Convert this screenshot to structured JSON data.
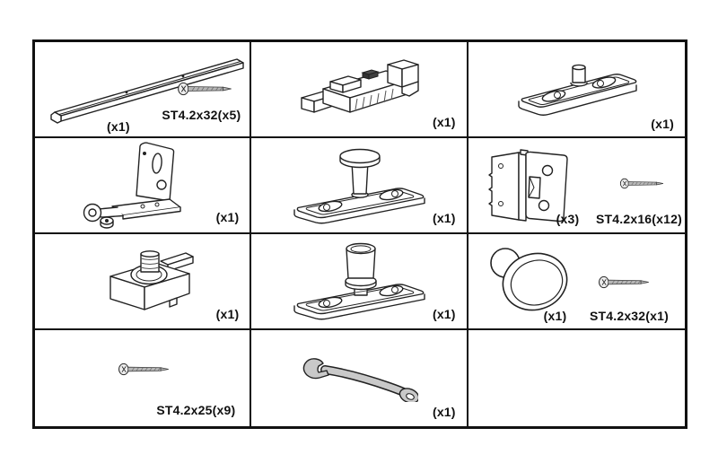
{
  "colors": {
    "line": "#111111",
    "metal_gray": "#b6b6b6",
    "tool_gray": "#c9c9c9",
    "background": "#ffffff"
  },
  "cells": {
    "r1c1": {
      "icon": "track-rail",
      "screw_label": "ST4.2x32(x5)",
      "qty": "(x1)"
    },
    "r1c2": {
      "icon": "roller-carriage",
      "qty": "(x1)"
    },
    "r1c3": {
      "icon": "floor-guide-plate",
      "qty": "(x1)"
    },
    "r2c1": {
      "icon": "pivot-bracket-assembly",
      "qty": "(x1)"
    },
    "r2c2": {
      "icon": "pivot-pin-plate",
      "qty": "(x1)"
    },
    "r2c3": {
      "icon": "hinge-plate",
      "qty": "(x3)",
      "screw_label": "ST4.2x16(x12)"
    },
    "r3c1": {
      "icon": "adjuster-block",
      "qty": "(x1)"
    },
    "r3c2": {
      "icon": "pivot-socket-plate",
      "qty": "(x1)"
    },
    "r3c3": {
      "icon": "door-knob",
      "qty": "(x1)",
      "screw_label": "ST4.2x32(x1)"
    },
    "r4c1": {
      "icon": "mounting-screw",
      "screw_label": "ST4.2x25(x9)"
    },
    "r4c2": {
      "icon": "wrench",
      "qty": "(x1)"
    },
    "r4c3": {
      "icon": "empty"
    }
  }
}
